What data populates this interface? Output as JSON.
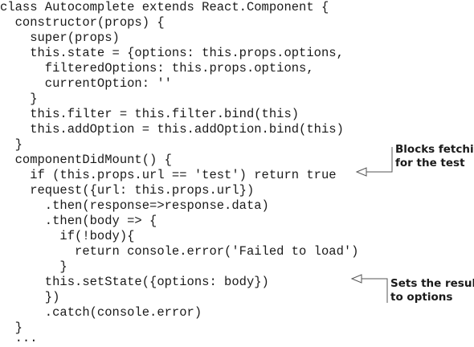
{
  "code_lines": [
    "class Autocomplete extends React.Component {",
    "  constructor(props) {",
    "    super(props)",
    "    this.state = {options: this.props.options,",
    "      filteredOptions: this.props.options,",
    "      currentOption: ''",
    "    }",
    "    this.filter = this.filter.bind(this)",
    "    this.addOption = this.addOption.bind(this)",
    "  }",
    "  componentDidMount() {",
    "    if (this.props.url == 'test') return true",
    "    request({url: this.props.url})",
    "      .then(response=>response.data)",
    "      .then(body => {",
    "        if(!body){",
    "          return console.error('Failed to load')",
    "        }",
    "      this.setState({options: body})",
    "      })",
    "      .catch(console.error)",
    "  }",
    "  ..."
  ],
  "annotations": {
    "test_fetch": {
      "line1": "Blocks fetching",
      "line2": "for the test"
    },
    "set_options": {
      "line1": "Sets the result",
      "line2": "to options"
    }
  }
}
